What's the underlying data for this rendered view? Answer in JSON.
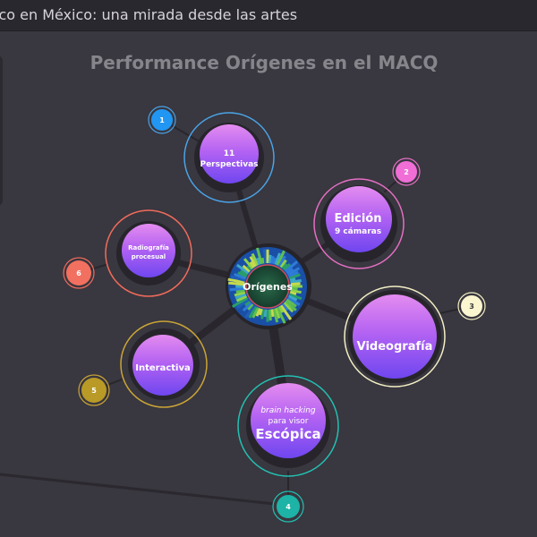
{
  "header": {
    "title": "ico en México: una mirada desde las artes"
  },
  "diagram": {
    "title": "Performance Orígenes en el MACQ",
    "center": {
      "label": "Orígenes"
    },
    "nodes": [
      {
        "id": "perspectivas",
        "lines": [
          "11",
          "Perspectivas"
        ],
        "badge": "1",
        "ring_color": "#4aa3e6",
        "badge_color": "#2196f3",
        "badge_text_color": "#ffffff"
      },
      {
        "id": "edicion",
        "lines": [
          "Edición",
          "9 cámaras"
        ],
        "badge": "2",
        "ring_color": "#e36fc3",
        "badge_color": "#f06ed6",
        "badge_text_color": "#ffffff"
      },
      {
        "id": "videografia",
        "lines": [
          "Videografía"
        ],
        "badge": "3",
        "ring_color": "#f3efc5",
        "badge_color": "#fbf6cf",
        "badge_text_color": "#3a3838"
      },
      {
        "id": "escopica",
        "lines": [
          "brain hacking",
          "para visor",
          "Escópica"
        ],
        "badge": "4",
        "ring_color": "#23c0b3",
        "badge_color": "#1db3a6",
        "badge_text_color": "#ffffff"
      },
      {
        "id": "interactiva",
        "lines": [
          "Interactiva"
        ],
        "badge": "5",
        "ring_color": "#c9a437",
        "badge_color": "#b99a26",
        "badge_text_color": "#ffffff"
      },
      {
        "id": "radiografia",
        "lines": [
          "Radiografía",
          "procesual"
        ],
        "badge": "6",
        "ring_color": "#ef6b5c",
        "badge_color": "#f2705f",
        "badge_text_color": "#ffffff"
      }
    ]
  }
}
